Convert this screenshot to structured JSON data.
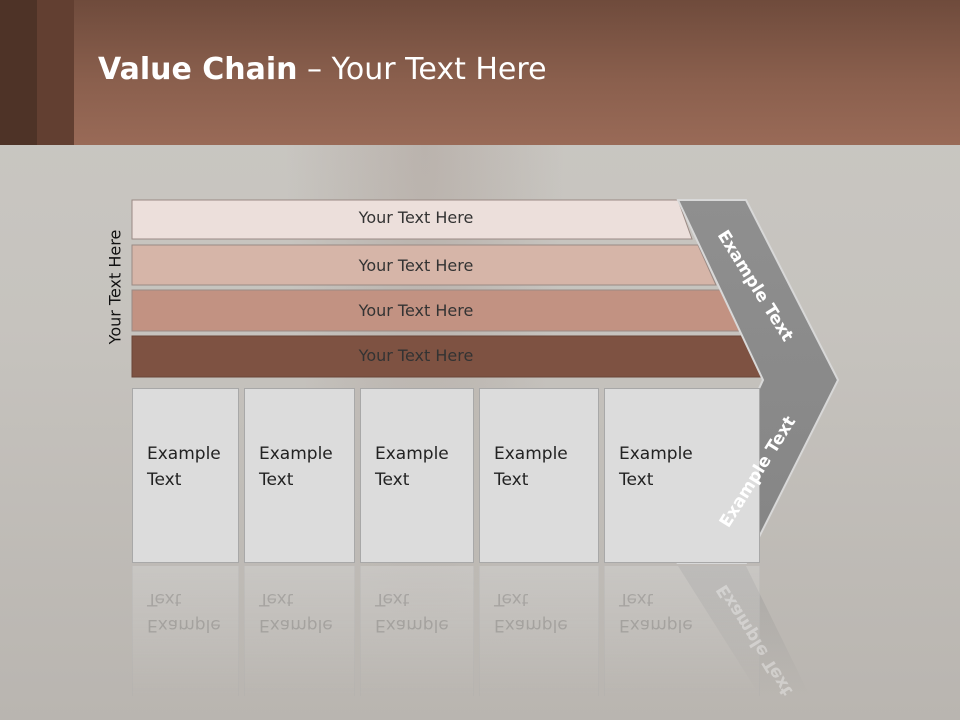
{
  "title": {
    "bold": "Value Chain",
    "rest": " – Your Text Here"
  },
  "side_label": "Your Text Here",
  "bars": [
    {
      "label": "Your Text Here",
      "color": "#ecdfdb"
    },
    {
      "label": "Your Text Here",
      "color": "#d6b5a8"
    },
    {
      "label": "Your Text Here",
      "color": "#c29282"
    },
    {
      "label": "Your Text Here",
      "color": "#7e5242"
    }
  ],
  "cells": [
    {
      "line1": "Example",
      "line2": "Text"
    },
    {
      "line1": "Example",
      "line2": "Text"
    },
    {
      "line1": "Example",
      "line2": "Text"
    },
    {
      "line1": "Example",
      "line2": "Text"
    },
    {
      "line1": "Example",
      "line2": "Text"
    }
  ],
  "chevron": {
    "top": "Example Text",
    "bottom": "Example Text",
    "color": "#8b8b8b"
  },
  "colors": {
    "header": "#8a5f4d",
    "background": "#c8c6c1"
  }
}
